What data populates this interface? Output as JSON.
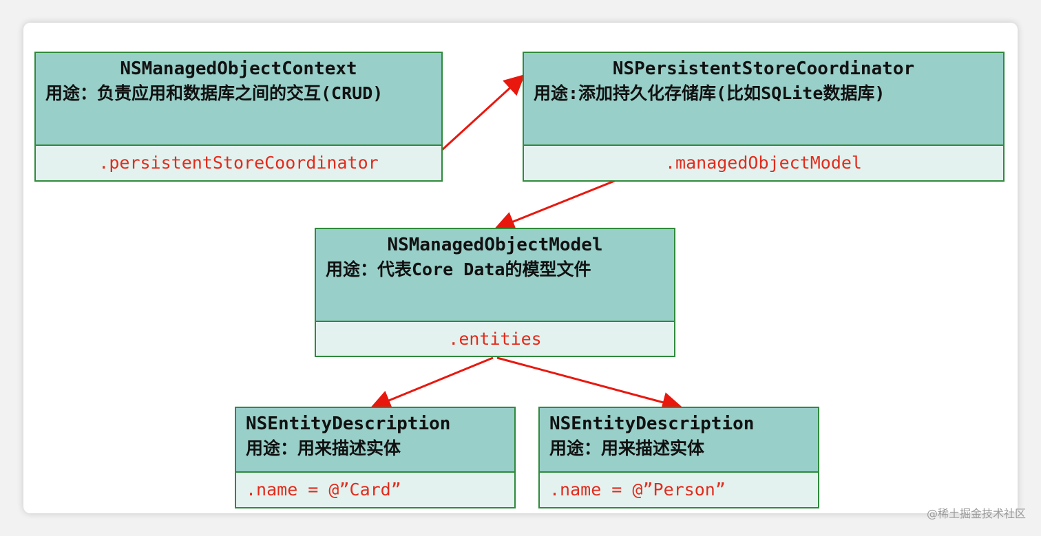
{
  "boxes": {
    "context": {
      "class_name": "NSManagedObjectContext",
      "usage": "用途：负责应用和数据库之间的交互(CRUD)",
      "attribute": ".persistentStoreCoordinator"
    },
    "coordinator": {
      "class_name": "NSPersistentStoreCoordinator",
      "usage": "用途:添加持久化存储库(比如SQLite数据库)",
      "attribute": ".managedObjectModel"
    },
    "model": {
      "class_name": "NSManagedObjectModel",
      "usage": "用途：代表Core Data的模型文件",
      "attribute": ".entities"
    },
    "entity_card": {
      "class_name": "NSEntityDescription",
      "usage": "用途：用来描述实体",
      "attribute": ".name = @”Card”"
    },
    "entity_person": {
      "class_name": "NSEntityDescription",
      "usage": "用途：用来描述实体",
      "attribute": ".name = @”Person”"
    }
  },
  "watermark": "@稀土掘金技术社区",
  "colors": {
    "header_fill": "#98cfc8",
    "body_fill": "#e3f2ef",
    "border": "#2f8a3c",
    "attribute_text": "#e32b1c",
    "arrow": "#e8180f"
  }
}
